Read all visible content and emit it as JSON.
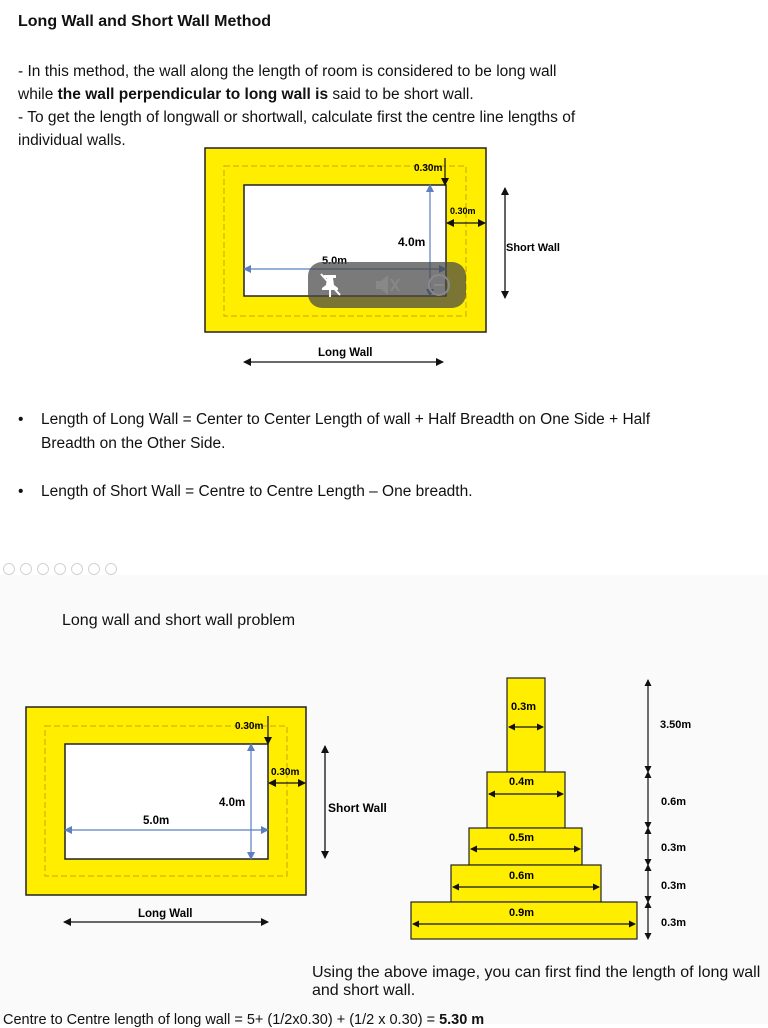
{
  "doc": {
    "title": "Long Wall and Short Wall Method",
    "para1_line1": "- In this method, the wall along the length of room is considered to be long wall",
    "para1_line2_a": "while ",
    "para1_line2_b": "the wall perpendicular to long wall is",
    "para1_line2_c": " said to be short wall.",
    "para2_line1": "- To get the length of longwall or shortwall, calculate first the centre line lengths of",
    "para2_line2": "individual walls.",
    "bullet1_line1": "Length of Long Wall = Center to Center Length of wall + Half Breadth on One Side + Half",
    "bullet1_line2": "Breadth on the Other Side.",
    "bullet2": "Length of Short Wall = Centre to Centre Length – One breadth.",
    "problem_title": "Long wall and short wall problem",
    "footer_text": "Using the above image, you can first find the length of long wall and short wall.",
    "footer_calc_a": "Centre to Centre length of long wall  = 5+ (1/2x0.30) + (1/2 x 0.30) = ",
    "footer_calc_b": "5.30 m"
  },
  "diagram1": {
    "lbl_thk_top": "0.30m",
    "lbl_thk_side": "0.30m",
    "lbl_height": "4.0m",
    "lbl_length": "5.0m",
    "lbl_short_wall": "Short Wall",
    "lbl_long_wall": "Long Wall"
  },
  "diagram2": {
    "lbl_thk_top": "0.30m",
    "lbl_thk_side": "0.30m",
    "lbl_height": "4.0m",
    "lbl_length": "5.0m",
    "lbl_short_wall": "Short Wall",
    "lbl_long_wall": "Long Wall"
  },
  "footing": {
    "w1": "0.3m",
    "w2": "0.4m",
    "w3": "0.5m",
    "w4": "0.6m",
    "w5": "0.9m",
    "h1": "3.50m",
    "h2": "0.6m",
    "h3": "0.3m",
    "h4": "0.3m",
    "h5": "0.3m"
  },
  "colors": {
    "wall_fill": "#ffee00",
    "dim_line": "#5b7fbf",
    "dash_line": "#c9a400"
  },
  "icons": [
    "pin-off-icon",
    "mute-icon",
    "minus-circle-icon",
    "viewer-toolbar-icons"
  ]
}
